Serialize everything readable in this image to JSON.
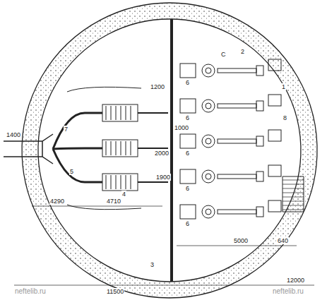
{
  "diagram": {
    "labels": [
      "neftelib.ru",
      "neftelib.ru",
      "11500",
      "12000",
      "1200",
      "1000",
      "2000",
      "1900",
      "5000",
      "640",
      "4290",
      "4710",
      "1400",
      "1",
      "2",
      "6",
      "6",
      "6",
      "6",
      "6",
      "7",
      "8",
      "5",
      "4",
      "3",
      "С"
    ]
  }
}
